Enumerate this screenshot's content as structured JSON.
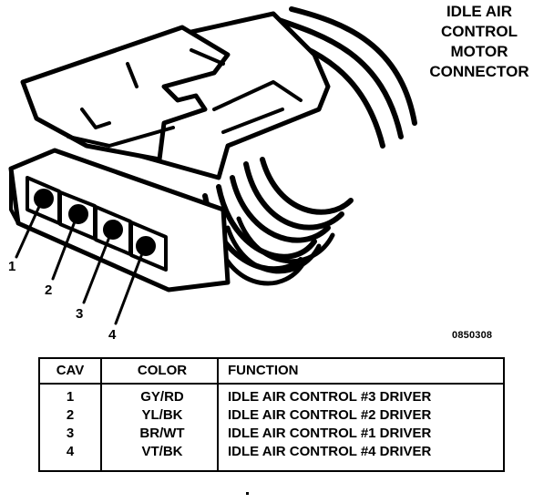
{
  "title_lines": [
    "IDLE AIR",
    "CONTROL",
    "MOTOR",
    "CONNECTOR"
  ],
  "callouts": [
    "1",
    "2",
    "3",
    "4"
  ],
  "figure_code": "0850308",
  "table": {
    "headers": {
      "cav": "CAV",
      "color": "COLOR",
      "function": "FUNCTION"
    },
    "rows": [
      {
        "cav": "1",
        "color": "GY/RD",
        "function": "IDLE AIR CONTROL #3 DRIVER"
      },
      {
        "cav": "2",
        "color": "YL/BK",
        "function": "IDLE AIR CONTROL #2 DRIVER"
      },
      {
        "cav": "3",
        "color": "BR/WT",
        "function": "IDLE AIR CONTROL #1 DRIVER"
      },
      {
        "cav": "4",
        "color": "VT/BK",
        "function": "IDLE AIR CONTROL #4 DRIVER"
      }
    ]
  }
}
